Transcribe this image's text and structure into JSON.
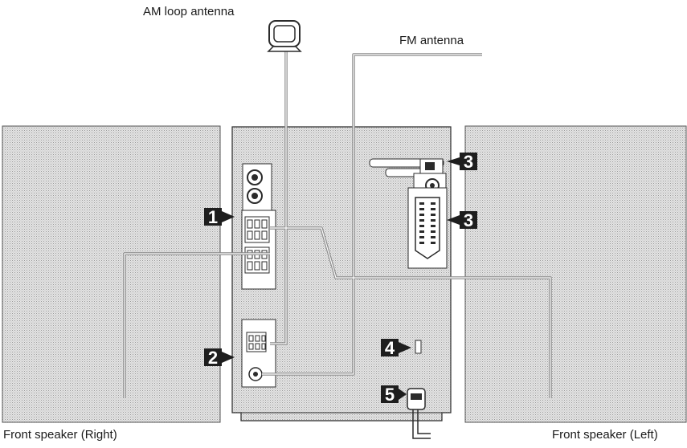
{
  "labels": {
    "am_antenna": "AM loop antenna",
    "fm_antenna": "FM antenna",
    "speaker_right": "Front speaker (Right)",
    "speaker_left": "Front speaker (Left)"
  },
  "callouts": {
    "c1": "1",
    "c2": "2",
    "c3a": "3",
    "c3b": "3",
    "c4": "4",
    "c5": "5"
  },
  "colors": {
    "panel_fill": "#d9d9d9",
    "outline": "#2b2b2b",
    "wire": "#8a8a8a",
    "badge": "#1e1e1e"
  }
}
